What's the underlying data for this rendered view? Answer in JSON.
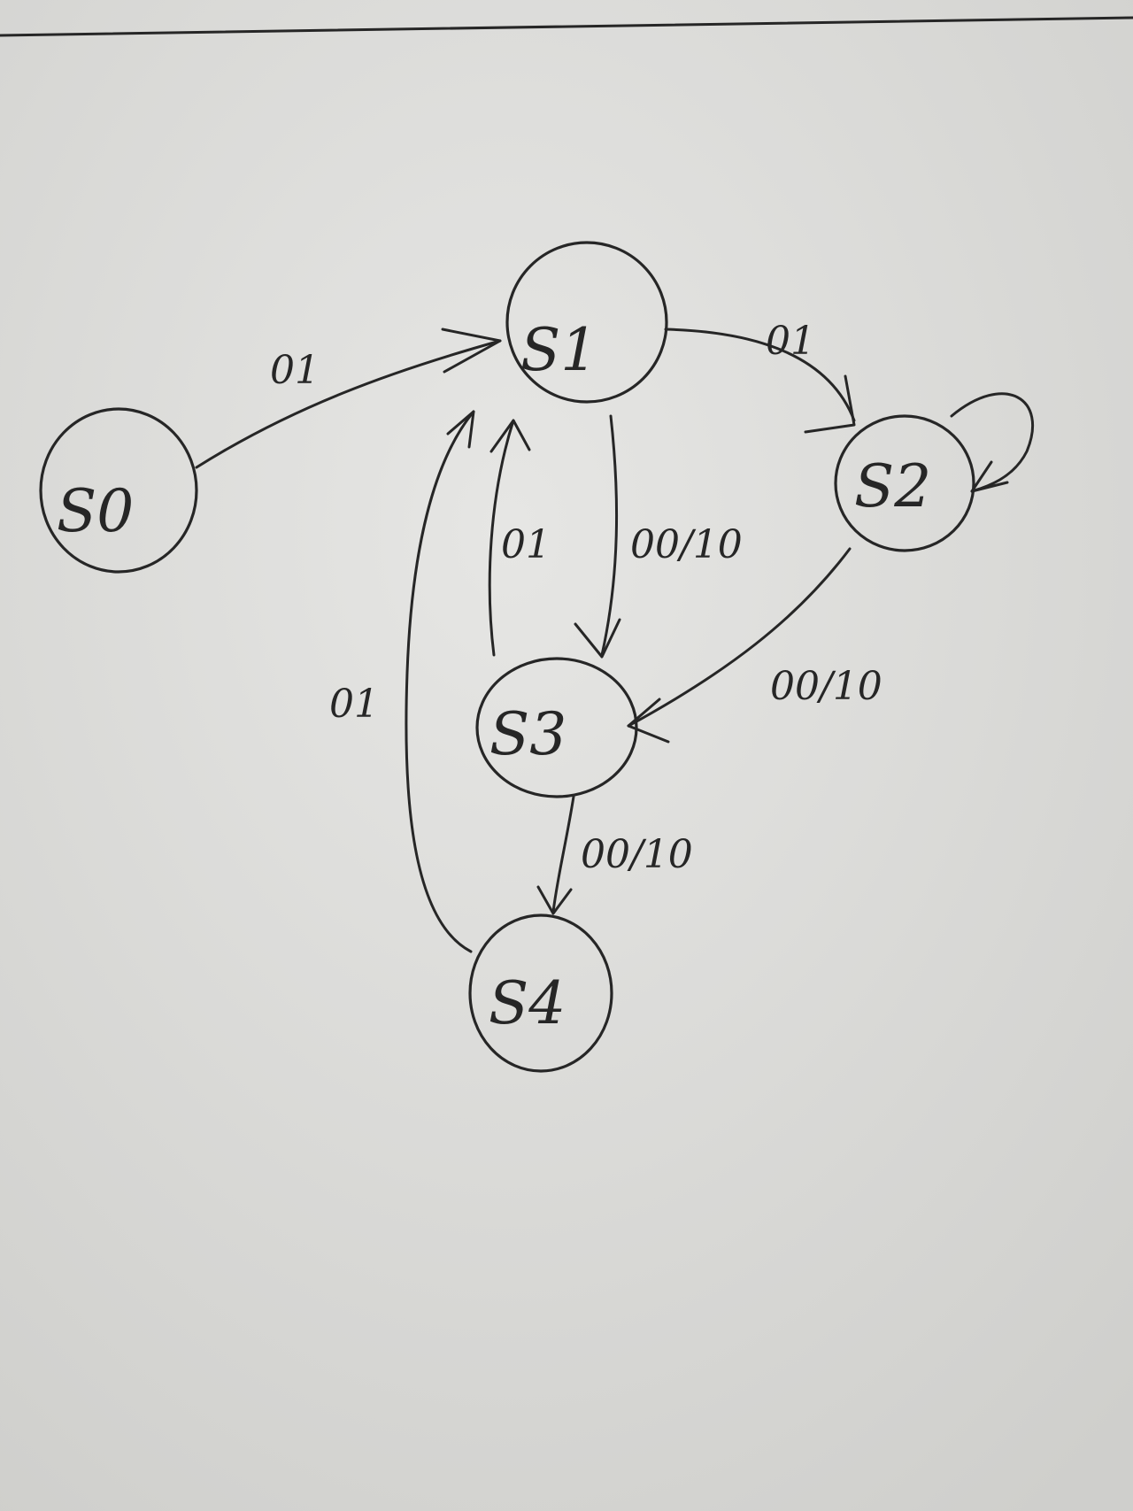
{
  "diagram": {
    "type": "state-transition-diagram",
    "states": [
      {
        "id": "S0",
        "label": "S0"
      },
      {
        "id": "S1",
        "label": "S1"
      },
      {
        "id": "S2",
        "label": "S2"
      },
      {
        "id": "S3",
        "label": "S3"
      },
      {
        "id": "S4",
        "label": "S4"
      }
    ],
    "transitions": [
      {
        "from": "S0",
        "to": "S1",
        "label": "01"
      },
      {
        "from": "S1",
        "to": "S2",
        "label": "01"
      },
      {
        "from": "S2",
        "to": "S2",
        "label": ""
      },
      {
        "from": "S1",
        "to": "S3",
        "label": "00/10"
      },
      {
        "from": "S3",
        "to": "S1",
        "label": "01"
      },
      {
        "from": "S2",
        "to": "S3",
        "label": "00/10"
      },
      {
        "from": "S3",
        "to": "S4",
        "label": "00/10"
      },
      {
        "from": "S4",
        "to": "S1",
        "label": "01"
      }
    ]
  },
  "colors": {
    "paper": "#d9d9d7",
    "ink": "#262626"
  }
}
